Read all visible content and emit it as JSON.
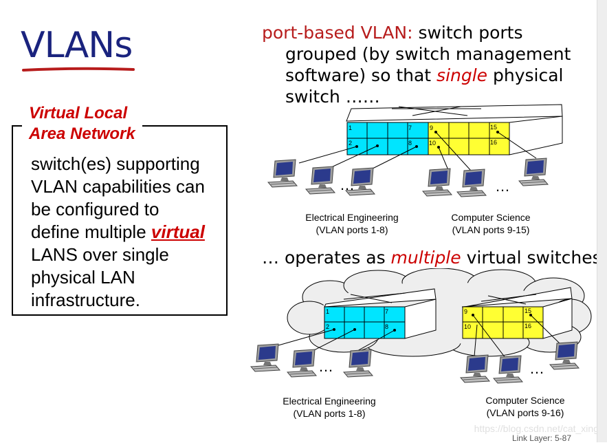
{
  "slide": {
    "title": "VLANs",
    "callout": {
      "label_line1": "Virtual Local",
      "label_line2": "Area Network",
      "text_line1": "switch(es) supporting",
      "text_line2": "VLAN capabilities can",
      "text_line3": "be configured to",
      "text_line4_pre": "define multiple ",
      "text_line4_em": "virtual",
      "text_line5": "LANS over single",
      "text_line6": "physical LAN",
      "text_line7": "infrastructure."
    },
    "port_based": {
      "term": "port-based VLAN:",
      "line1_rest": " switch ports",
      "line2": "grouped (by switch management",
      "line3_pre": "software) so that ",
      "line3_em": "single",
      "line3_post": " physical",
      "line4": "switch ……"
    },
    "operates": {
      "pre": "… operates as ",
      "em": "multiple",
      "post": " virtual switches"
    },
    "diagram1": {
      "ports_top": [
        "1",
        "7",
        "9",
        "15"
      ],
      "ports_bottom": [
        "2",
        "8",
        "10",
        "16"
      ],
      "ellipsis": "…",
      "ee_label": "Electrical Engineering",
      "ee_ports": "(VLAN ports 1-8)",
      "cs_label": "Computer Science",
      "cs_ports": "(VLAN ports 9-15)"
    },
    "diagram2": {
      "ee_ports_top": [
        "1",
        "7"
      ],
      "ee_ports_bottom": [
        "2",
        "8"
      ],
      "cs_ports_top": [
        "9",
        "15"
      ],
      "cs_ports_bottom": [
        "10",
        "16"
      ],
      "ellipsis": "…",
      "ee_label": "Electrical Engineering",
      "ee_ports": "(VLAN ports 1-8)",
      "cs_label": "Computer Science",
      "cs_ports": "(VLAN ports 9-16)"
    },
    "watermark": "https://blog.csdn.net/cat_xing",
    "page_number": "Link Layer: 5-87",
    "colors": {
      "title": "#1a237e",
      "title_underline": "#b71c1c",
      "accent_red": "#cc0000",
      "ee_ports": "#00e5ff",
      "cs_ports": "#ffff33",
      "cloud": "#eeeeee"
    }
  }
}
